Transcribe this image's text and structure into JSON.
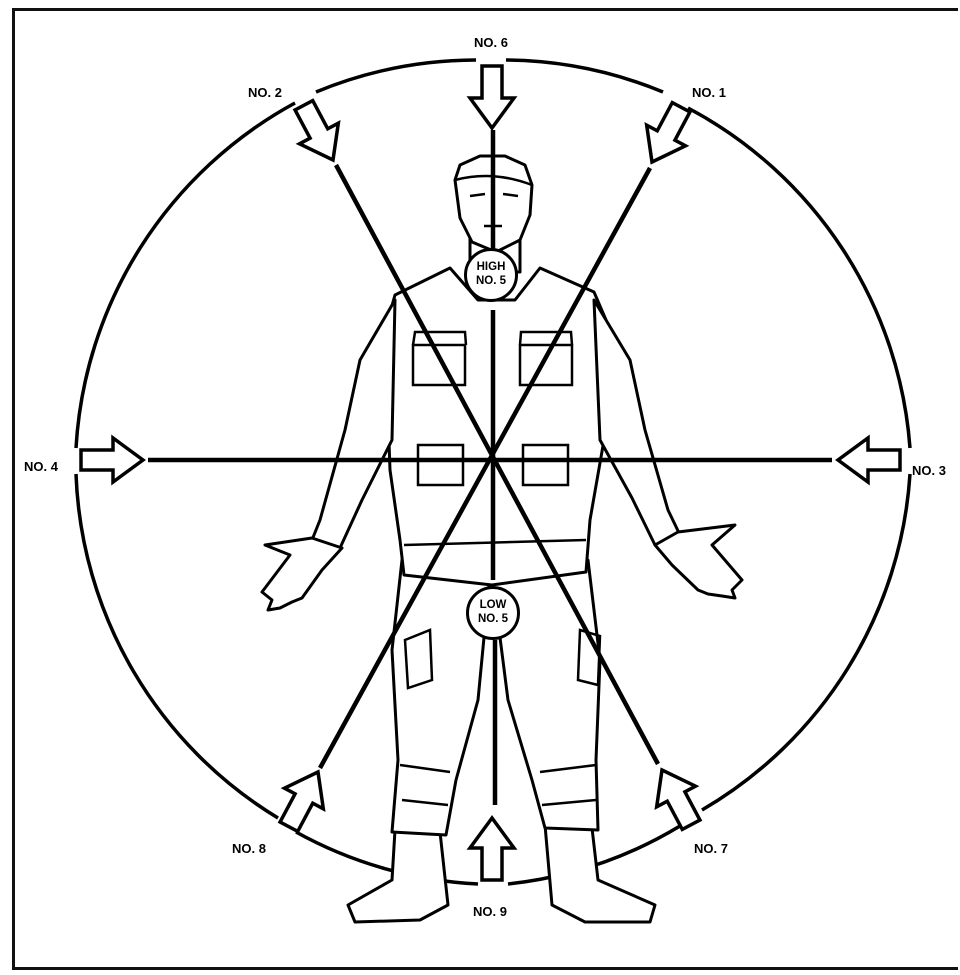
{
  "labels": {
    "no1": "NO. 1",
    "no2": "NO. 2",
    "no3": "NO. 3",
    "no4": "NO. 4",
    "no6": "NO. 6",
    "no7": "NO. 7",
    "no8": "NO. 8",
    "no9": "NO. 9"
  },
  "high_target": {
    "line1": "HIGH",
    "line2": "NO. 5"
  },
  "low_target": {
    "line1": "LOW",
    "line2": "NO. 5"
  },
  "colors": {
    "ink": "#000000",
    "paper": "#ffffff",
    "frame": "#111111"
  }
}
